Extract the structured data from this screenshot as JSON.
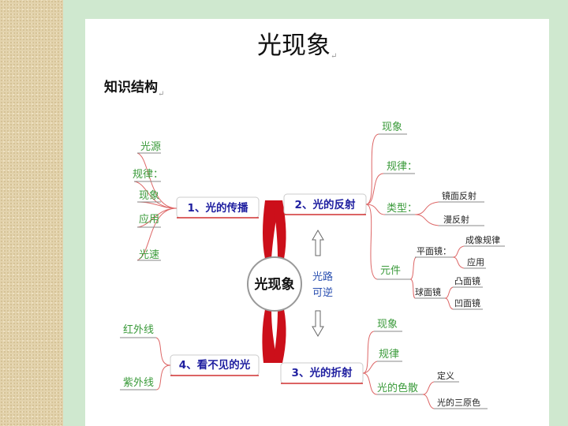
{
  "title": "光现象",
  "heading": "知识结构",
  "mindmap": {
    "center": "光现象",
    "reversible": [
      "光路",
      "可逆"
    ],
    "propagation": {
      "label": "1、光的传播",
      "items": [
        "光源",
        "规律：",
        "现象",
        "应用",
        "光速"
      ]
    },
    "reflection": {
      "label": "2、光的反射",
      "items": [
        "现象",
        "规律：",
        "类型：",
        "元件"
      ],
      "types": [
        "镜面反射",
        "漫反射"
      ],
      "plane_mirror": "平面镜：",
      "plane_items": [
        "成像规律",
        "应用"
      ],
      "spherical_mirror": "球面镜",
      "spherical_items": [
        "凸面镜",
        "凹面镜"
      ]
    },
    "refraction": {
      "label": "3、光的折射",
      "items": [
        "现象",
        "规律",
        "光的色散"
      ],
      "dispersion_items": [
        "定义",
        "光的三原色"
      ]
    },
    "invisible": {
      "label": "4、看不见的光",
      "items": [
        "红外线",
        "紫外线"
      ]
    }
  }
}
